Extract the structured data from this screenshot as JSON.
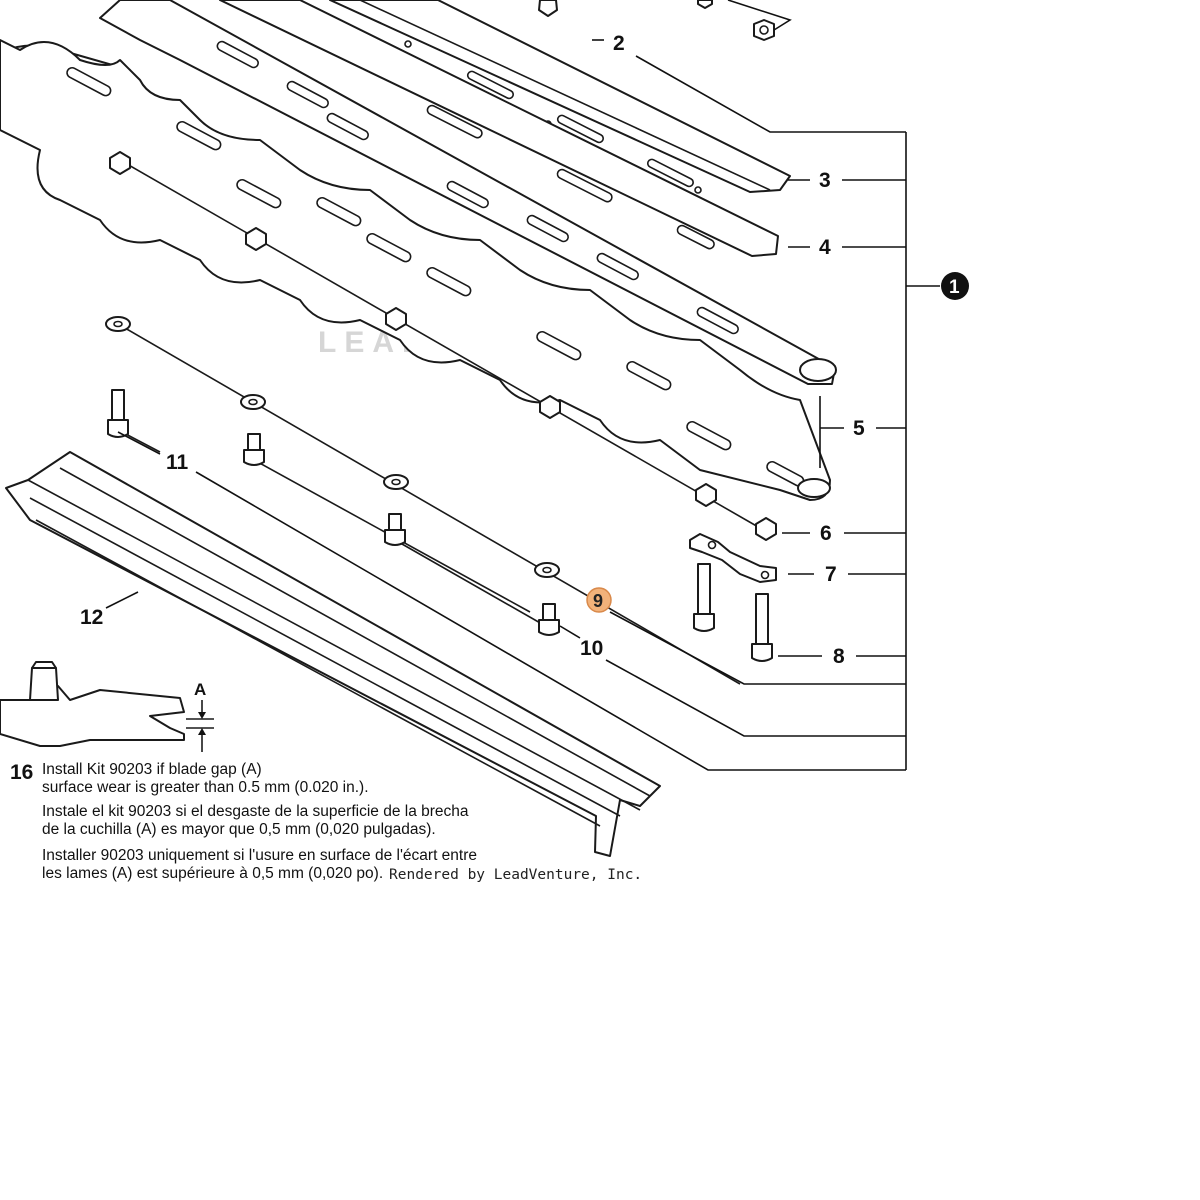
{
  "diagram": {
    "watermark": "LEADVENTURE",
    "main_assembly_label": "1",
    "highlighted_label": "9",
    "callouts": {
      "c2": "2",
      "c3": "3",
      "c4": "4",
      "c5": "5",
      "c6": "6",
      "c7": "7",
      "c8": "8",
      "c10": "10",
      "c11": "11",
      "c12": "12"
    },
    "gap_label": "A",
    "note": {
      "number": "16",
      "en_line1": "Install Kit 90203 if blade gap (A)",
      "en_line2": "surface wear is greater than 0.5 mm (0.020 in.).",
      "es_line1": "Instale el kit 90203 si el desgaste de la superficie de la brecha",
      "es_line2": "de la cuchilla (A) es mayor que 0,5 mm (0,020 pulgadas).",
      "fr_line1": "Installer 90203 uniquement si l'usure en surface de l'écart entre",
      "fr_line2": "les lames (A) est supérieure à 0,5 mm (0,020 po)."
    },
    "credit": "Rendered by LeadVenture, Inc."
  }
}
